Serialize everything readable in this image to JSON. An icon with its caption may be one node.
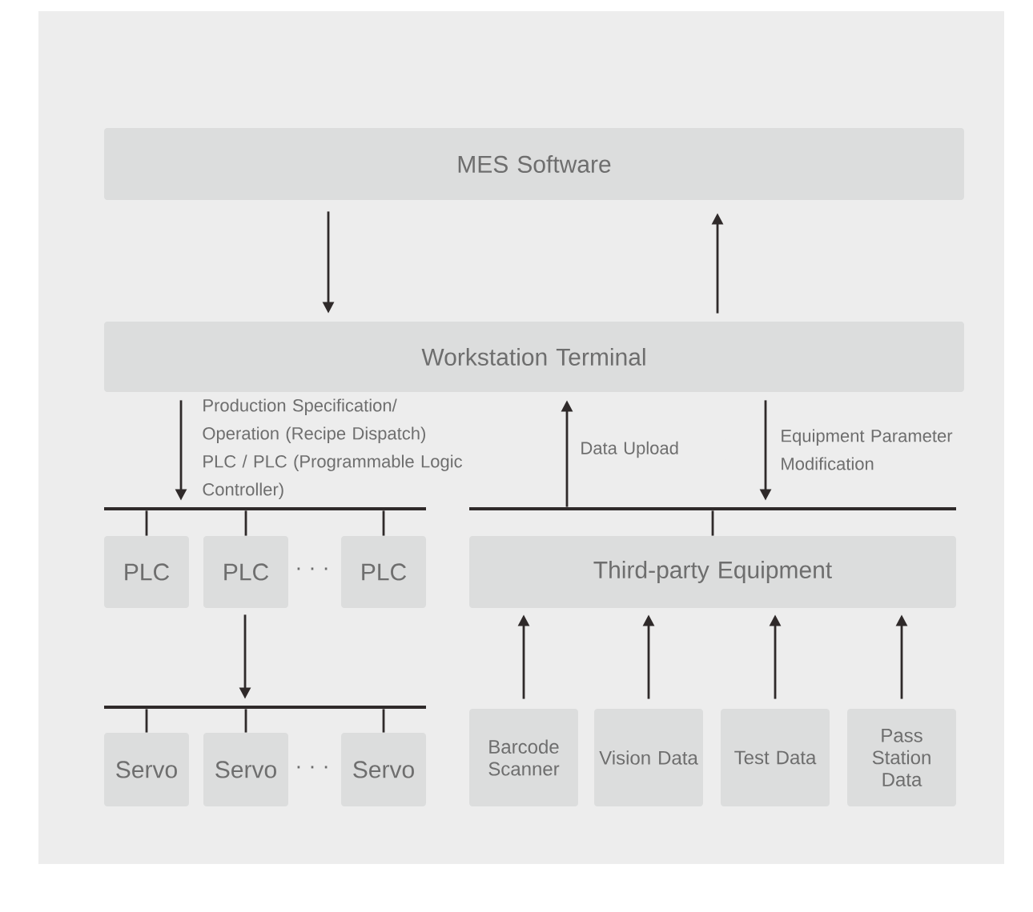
{
  "diagram": {
    "nodes": [
      {
        "text": [
          "MES Software"
        ]
      },
      {
        "text": [
          "Workstation Terminal"
        ]
      },
      {
        "text": [],
        "shape": "bar"
      },
      {
        "text": [],
        "shape": "bar"
      },
      {
        "text": [
          "PLC"
        ]
      },
      {
        "text": [
          "PLC"
        ]
      },
      {
        "text": [
          "PLC"
        ]
      },
      {
        "text": [
          "Third-party Equipment"
        ]
      },
      {
        "text": [],
        "shape": "bar"
      },
      {
        "text": [
          "Servo"
        ]
      },
      {
        "text": [
          "Servo"
        ]
      },
      {
        "text": [
          "Servo"
        ]
      },
      {
        "text": [
          "Barcode Scanner"
        ]
      },
      {
        "text": [
          "Vision Data"
        ]
      },
      {
        "text": [
          "Test Data"
        ]
      },
      {
        "text": [
          "Pass Station Data"
        ]
      }
    ],
    "edges": [
      {
        "from": 0,
        "to": 1,
        "arrow": "to"
      },
      {
        "from": 1,
        "to": 0,
        "arrow": "to"
      },
      {
        "from": 1,
        "to": 2,
        "arrow": "to",
        "label": "Production Specification/ Operation (Recipe Dispatch) PLC / PLC (Programmable Logic Controller)"
      },
      {
        "from": 3,
        "to": 1,
        "arrow": "to",
        "label": "Data Upload"
      },
      {
        "from": 1,
        "to": 3,
        "arrow": "to",
        "label": "Equipment Parameter Modification"
      },
      {
        "from": 2,
        "to": 4,
        "arrow": "none"
      },
      {
        "from": 2,
        "to": 5,
        "arrow": "none"
      },
      {
        "from": 2,
        "to": 6,
        "arrow": "none"
      },
      {
        "from": 3,
        "to": 7,
        "arrow": "none"
      },
      {
        "from": 5,
        "to": 8,
        "arrow": "to"
      },
      {
        "from": 8,
        "to": 9,
        "arrow": "none"
      },
      {
        "from": 8,
        "to": 10,
        "arrow": "none"
      },
      {
        "from": 8,
        "to": 11,
        "arrow": "none"
      },
      {
        "from": 12,
        "to": 7,
        "arrow": "to"
      },
      {
        "from": 13,
        "to": 7,
        "arrow": "to"
      },
      {
        "from": 14,
        "to": 7,
        "arrow": "to"
      },
      {
        "from": 15,
        "to": 7,
        "arrow": "to"
      }
    ],
    "labels": [
      "· · ·",
      "· · ·"
    ]
  }
}
